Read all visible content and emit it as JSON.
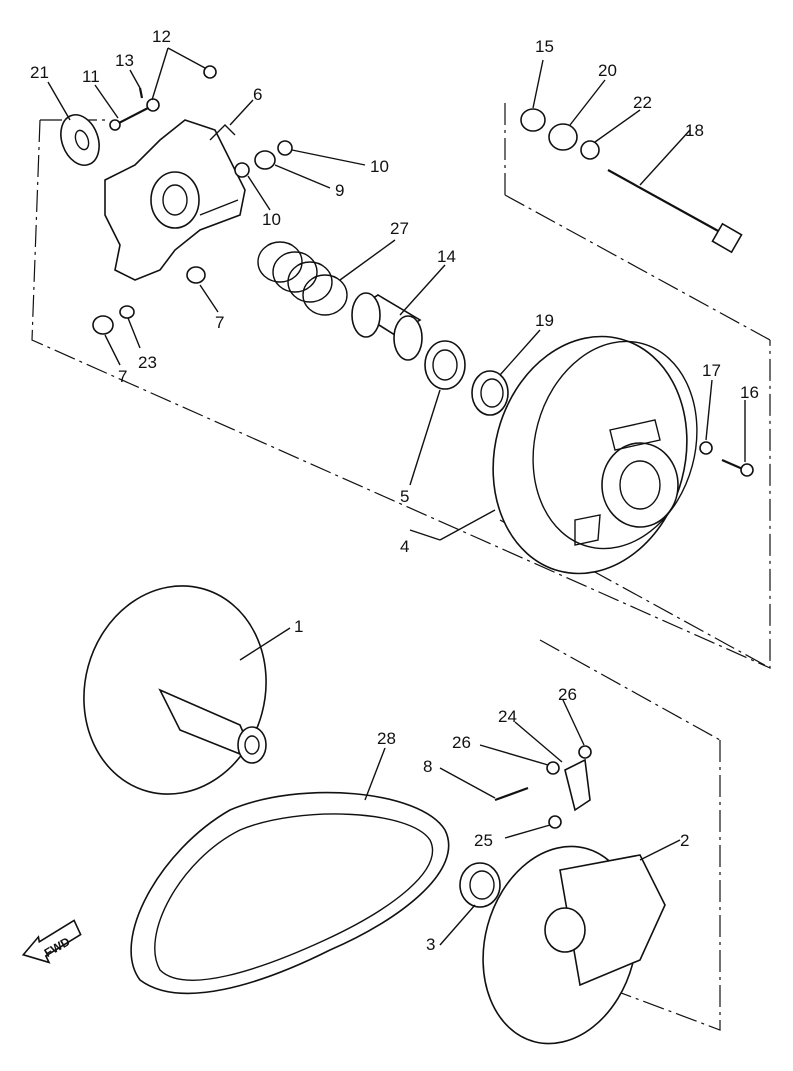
{
  "diagram": {
    "fwd_label": "FWD",
    "labels": {
      "p21": "21",
      "p11": "11",
      "p13": "13",
      "p12": "12",
      "p6": "6",
      "p10a": "10",
      "p9": "9",
      "p10b": "10",
      "p7a": "7",
      "p23": "23",
      "p7b": "7",
      "p27": "27",
      "p14": "14",
      "p19": "19",
      "p5": "5",
      "p4": "4",
      "p15": "15",
      "p20": "20",
      "p22": "22",
      "p18": "18",
      "p17": "17",
      "p16": "16",
      "p1": "1",
      "p28": "28",
      "p8": "8",
      "p26a": "26",
      "p24": "24",
      "p26b": "26",
      "p25": "25",
      "p2": "2",
      "p3": "3"
    }
  }
}
